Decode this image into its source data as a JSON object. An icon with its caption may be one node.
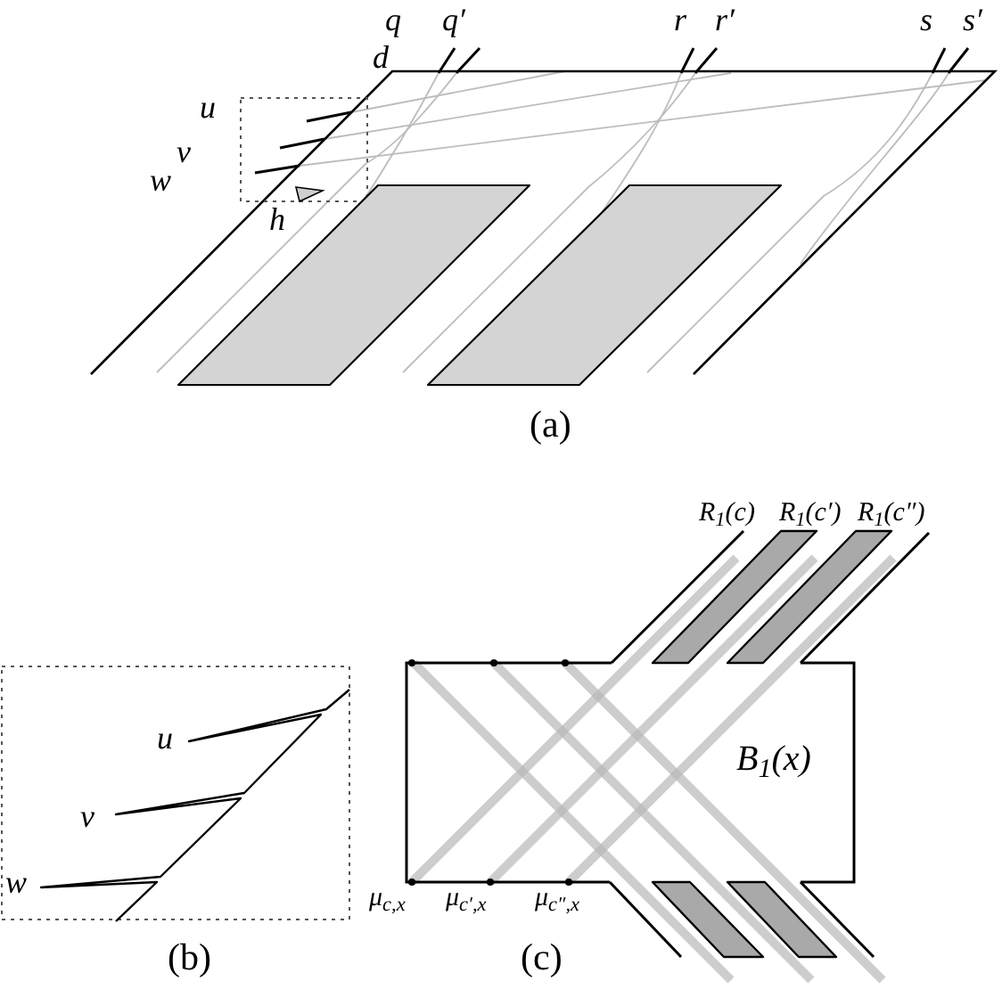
{
  "diagram": {
    "nodes": [
      {
        "text": [],
        "shape": "parallelogram"
      },
      {
        "text": [],
        "shape": "parallelogram"
      },
      {
        "text": [
          "B$_{1}$(x)"
        ]
      }
    ],
    "labels": [
      "q",
      "q′",
      "r",
      "r′",
      "s",
      "s′",
      "d",
      "u",
      "v",
      "w",
      "h",
      "(a)",
      "R$_{1}$(c)",
      "R$_{1}$(c′)",
      "R$_{1}$(c″)",
      "u",
      "v",
      "w",
      "μ$_{c,x}$",
      "μ$_{c′,x}$",
      "μ$_{c″,x}$",
      "(b)",
      "(c)"
    ]
  }
}
